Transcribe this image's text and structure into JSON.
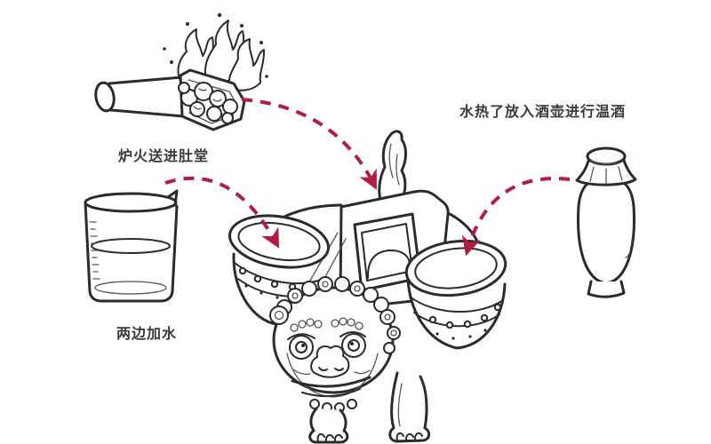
{
  "diagram": {
    "title_visible": false,
    "labels": {
      "fire_step": "炉火送进肚堂",
      "water_step": "两边加水",
      "wine_step": "水热了放入酒壶进行温酒"
    },
    "icons": {
      "fire_shovel": "fire-shovel-illustration",
      "water_beaker": "water-beaker-illustration",
      "wine_jar": "wine-jar-illustration",
      "lion_vessel": "lion-wine-warmer-vessel-illustration",
      "arrows": [
        "arrow-fire-to-belly",
        "arrow-water-to-left-drum",
        "arrow-wine-to-right-drum"
      ]
    },
    "colors": {
      "arrow": "#b01e42",
      "line": "#2b2b2b",
      "text": "#3a3a3a",
      "background": "#ffffff"
    }
  }
}
